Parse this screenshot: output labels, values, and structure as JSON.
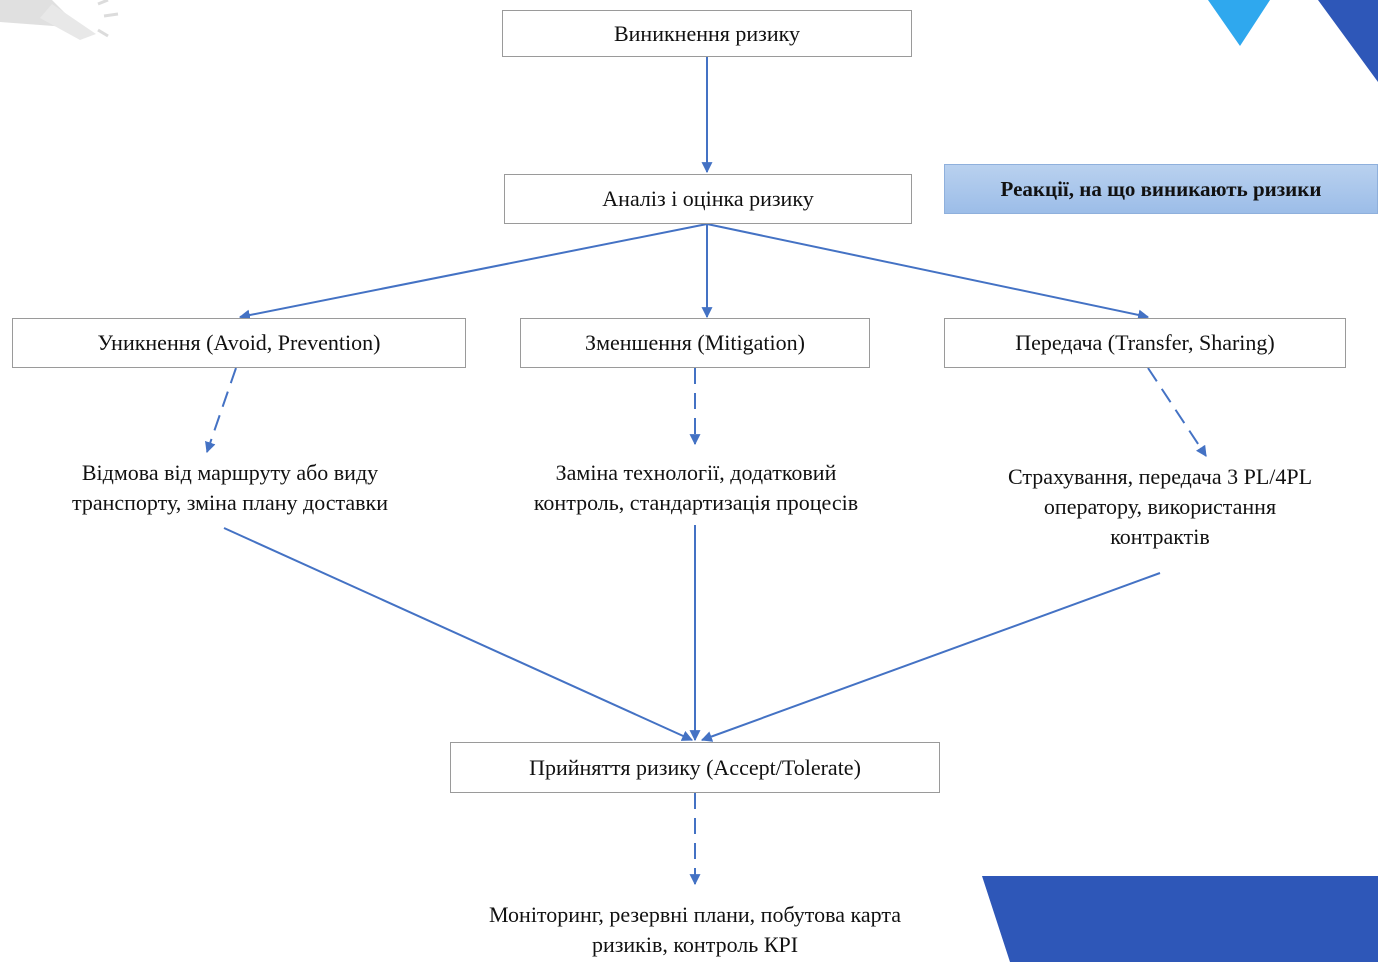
{
  "diagram": {
    "nodes": {
      "risk_emergence": "Виникнення ризику",
      "analysis": "Аналіз і оцінка ризику",
      "avoid": "Уникнення (Avoid, Prevention)",
      "mitigation": "Зменшення (Mitigation)",
      "transfer": "Передача (Transfer, Sharing)",
      "accept": "Прийняття ризику (Accept/Tolerate)"
    },
    "notes": {
      "avoid_note_line1": "Відмова від маршруту або виду",
      "avoid_note_line2": "транспорту, зміна плану доставки",
      "mitigation_note_line1": "Заміна технології, додатковий",
      "mitigation_note_line2": "контроль, стандартизація процесів",
      "transfer_note_line1": "Страхування, передача 3 PL/4PL",
      "transfer_note_line2": "оператору, використання",
      "transfer_note_line3": "контрактів",
      "accept_note_line1": "Моніторинг, резервні плани, побутова карта",
      "accept_note_line2": "ризиків, контроль КРІ"
    },
    "side_label": "Реакції, на що виникають ризики",
    "colors": {
      "arrow": "#4472c4",
      "accent_dark": "#2e57b8",
      "accent_light": "#2fa8ee",
      "tag_fill": "#a9c6ec"
    }
  }
}
